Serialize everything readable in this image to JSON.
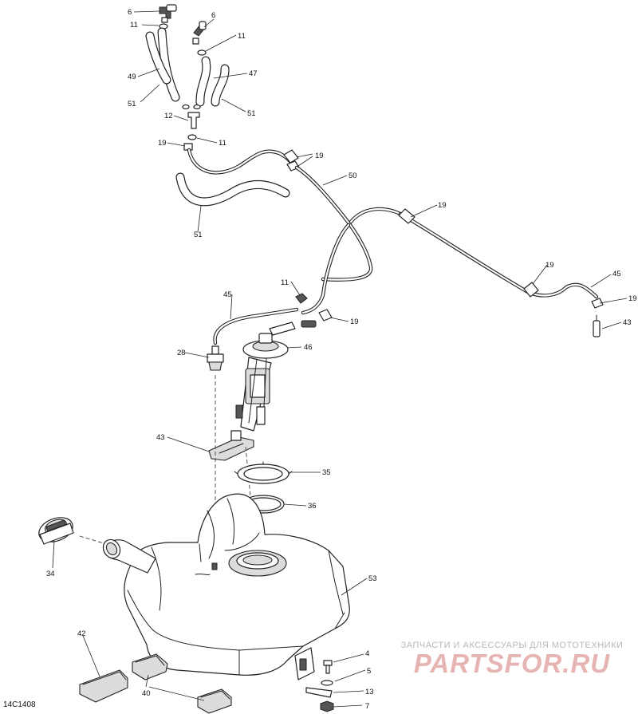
{
  "figure_ref": "14C1408",
  "watermark": {
    "tagline": "ЗАПЧАСТИ И АКСЕССУАРЫ ДЛЯ МОТОТЕХНИКИ",
    "logo": "PARTSFOR.RU"
  },
  "callouts": {
    "c6a": "6",
    "c6b": "6",
    "c11a": "11",
    "c11b": "11",
    "c49": "49",
    "c47": "47",
    "c51a": "51",
    "c51b": "51",
    "c12": "12",
    "c19a": "19",
    "c11c": "11",
    "c19b": "19",
    "c50": "50",
    "c51c": "51",
    "c19c": "19",
    "c19d": "19",
    "c45a": "45",
    "c19e": "19",
    "c43a": "43",
    "c11d": "11",
    "c45b": "45",
    "c19f": "19",
    "c28": "28",
    "c46": "46",
    "c43b": "43",
    "c35": "35",
    "c36": "36",
    "c34": "34",
    "c53": "53",
    "c42": "42",
    "c40": "40",
    "c4": "4",
    "c5": "5",
    "c13": "13",
    "c7": "7"
  }
}
